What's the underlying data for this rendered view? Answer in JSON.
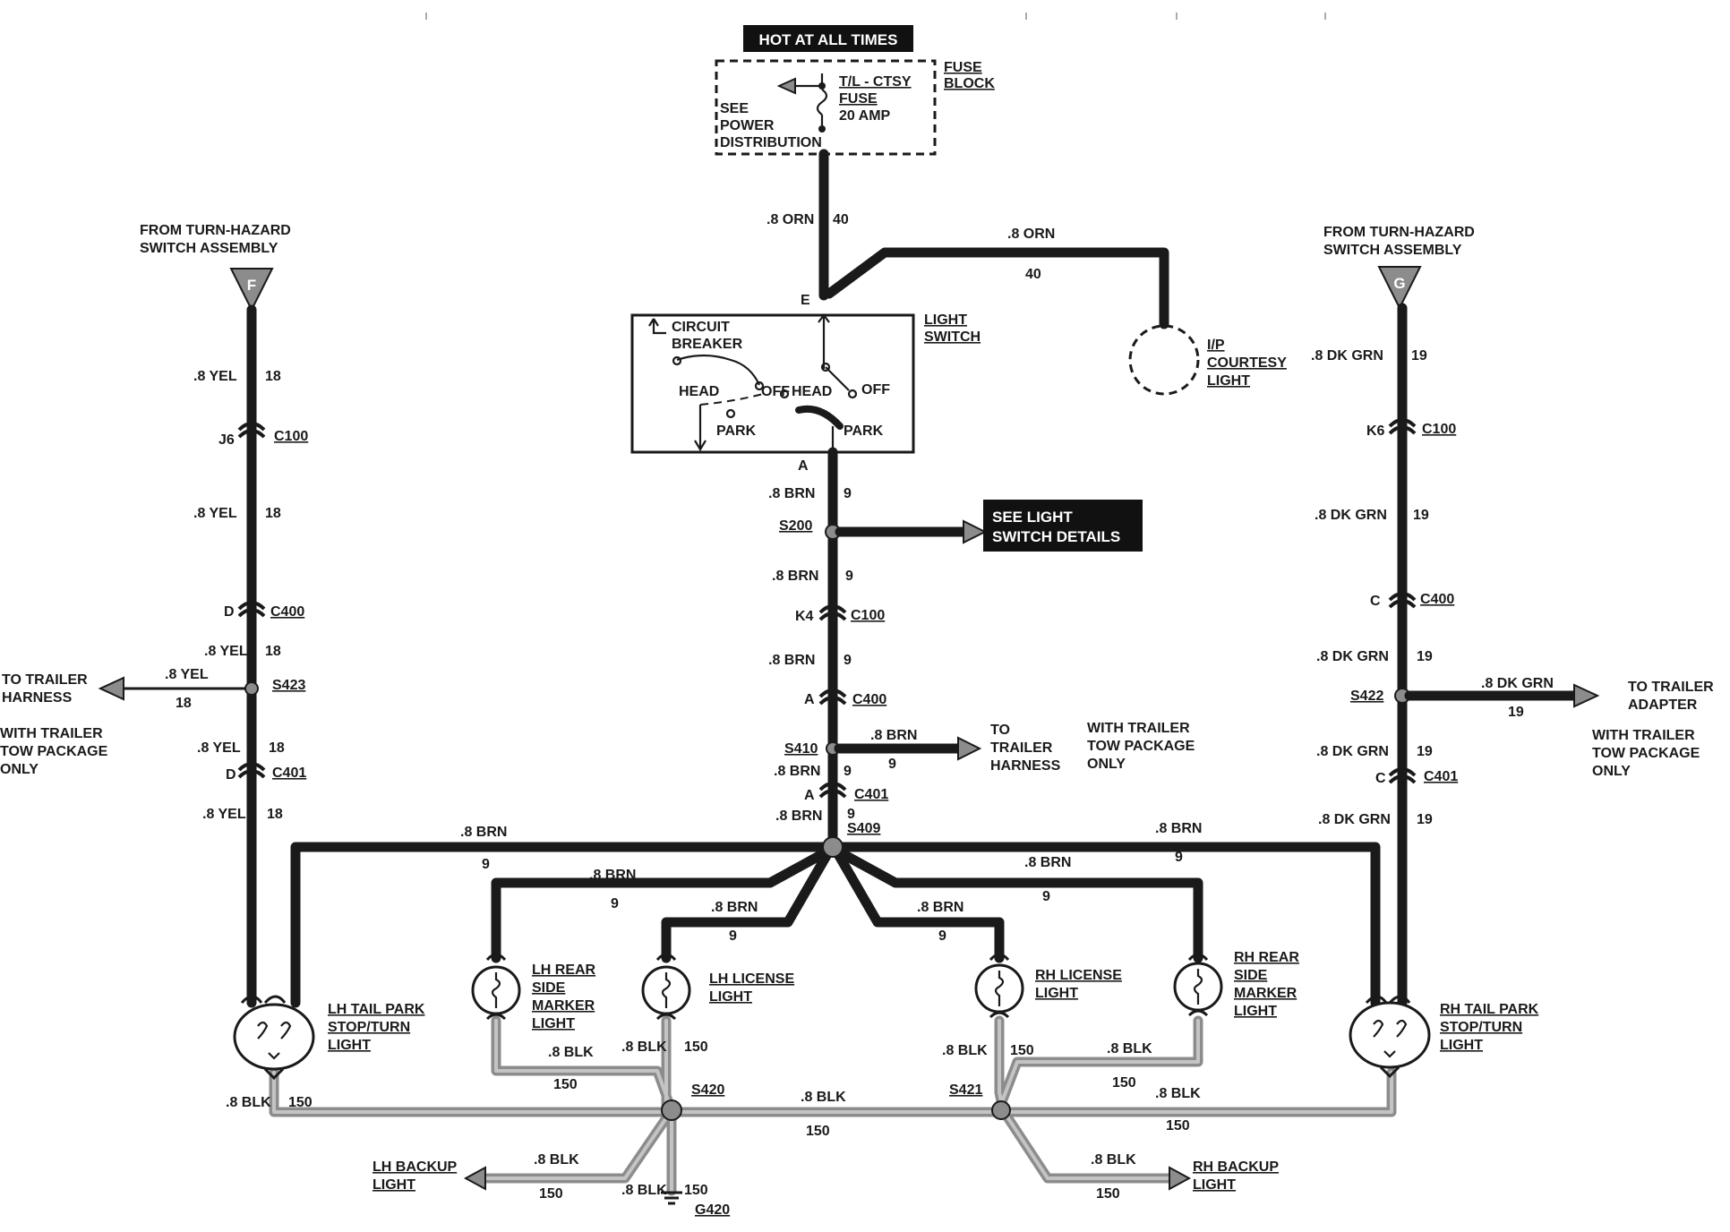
{
  "header_label": "HOT AT ALL TIMES",
  "fuse_block": {
    "title_line1": "FUSE",
    "title_line2": "BLOCK",
    "fuse_line1": "T/L - CTSY",
    "fuse_line2": "FUSE",
    "fuse_line3": "20 AMP",
    "see_line1": "SEE",
    "see_line2": "POWER",
    "see_line3": "DISTRIBUTION"
  },
  "light_switch": {
    "title_line1": "LIGHT",
    "title_line2": "SWITCH",
    "breaker_line1": "CIRCUIT",
    "breaker_line2": "BREAKER",
    "head_left": "HEAD",
    "off_left": "OFF",
    "park_left": "PARK",
    "head_right": "HEAD",
    "off_right": "OFF",
    "park_right": "PARK",
    "pin_top": "E",
    "pin_bottom": "A"
  },
  "courtesy_light": {
    "line1": "I/P",
    "line2": "COURTESY",
    "line3": "LIGHT"
  },
  "see_details": {
    "line1": "SEE LIGHT",
    "line2": "SWITCH DETAILS"
  },
  "left_source": {
    "line1": "FROM TURN-HAZARD",
    "line2": "SWITCH ASSEMBLY",
    "letter": "F"
  },
  "right_source": {
    "line1": "FROM TURN-HAZARD",
    "line2": "SWITCH ASSEMBLY",
    "letter": "G"
  },
  "left_trailer": {
    "line1": "TO TRAILER",
    "line2": "HARNESS",
    "note1": "WITH TRAILER",
    "note2": "TOW PACKAGE",
    "note3": "ONLY"
  },
  "center_trailer": {
    "line1": "TO",
    "line2": "TRAILER",
    "line3": "HARNESS",
    "note1": "WITH TRAILER",
    "note2": "TOW PACKAGE",
    "note3": "ONLY"
  },
  "right_trailer": {
    "line1": "TO TRAILER",
    "line2": "ADAPTER",
    "note1": "WITH TRAILER",
    "note2": "TOW PACKAGE",
    "note3": "ONLY"
  },
  "wires": {
    "orn": ".8 ORN",
    "orn_num": "40",
    "yel": ".8 YEL",
    "yel_num": "18",
    "brn": ".8 BRN",
    "brn_num": "9",
    "dkgrn": ".8 DK GRN",
    "dkgrn_num": "19",
    "blk": ".8 BLK",
    "blk_num": "150"
  },
  "connectors": {
    "c100": "C100",
    "c400": "C400",
    "c401": "C401",
    "pin_j6": "J6",
    "pin_d": "D",
    "pin_k4": "K4",
    "pin_a": "A",
    "pin_k6": "K6",
    "pin_c": "C"
  },
  "splices": {
    "s200": "S200",
    "s410": "S410",
    "s409": "S409",
    "s423": "S423",
    "s422": "S422",
    "s420": "S420",
    "s421": "S421",
    "g420": "G420"
  },
  "lamps": {
    "lh_tail": {
      "line1": "LH TAIL PARK",
      "line2": "STOP/TURN",
      "line3": "LIGHT"
    },
    "rh_tail": {
      "line1": "RH TAIL PARK",
      "line2": "STOP/TURN",
      "line3": "LIGHT"
    },
    "lh_side": {
      "line1": "LH REAR",
      "line2": "SIDE",
      "line3": "MARKER",
      "line4": "LIGHT"
    },
    "rh_side": {
      "line1": "RH REAR",
      "line2": "SIDE",
      "line3": "MARKER",
      "line4": "LIGHT"
    },
    "lh_license": {
      "line1": "LH LICENSE",
      "line2": "LIGHT"
    },
    "rh_license": {
      "line1": "RH LICENSE",
      "line2": "LIGHT"
    },
    "lh_backup": {
      "line1": "LH BACKUP",
      "line2": "LIGHT"
    },
    "rh_backup": {
      "line1": "RH BACKUP",
      "line2": "LIGHT"
    }
  }
}
